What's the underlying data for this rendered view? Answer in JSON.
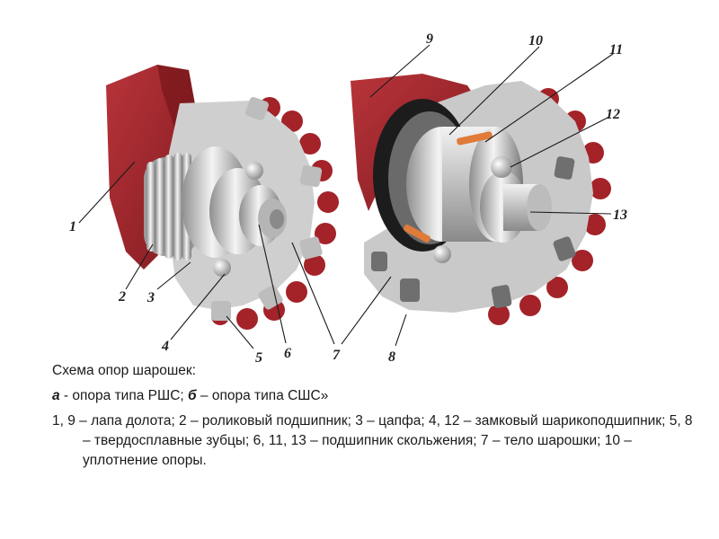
{
  "callouts": {
    "l1": "1",
    "l2": "2",
    "l3": "3",
    "l4": "4",
    "l5": "5",
    "l6": "6",
    "l7": "7",
    "l8": "8",
    "l9": "9",
    "l10": "10",
    "l11": "11",
    "l12": "12",
    "l13": "13"
  },
  "caption": {
    "title": "Схема опор шарошек:",
    "sub_a_letter": "а",
    "sub_a_text": " - опора типа РШС; ",
    "sub_b_letter": "б",
    "sub_b_text": " – опора типа СШС»",
    "legend": "1, 9 – лапа долота; 2 – роликовый подшипник; 3 – цапфа; 4, 12 – замковый шарикоподшипник; 5, 8 – твердосплавные зубцы; 6, 11, 13 – подшипник скольжения; 7 – тело шарошки; 10 – уплотнение опоры."
  },
  "colors": {
    "leg_red": "#a8262b",
    "leg_red_dark": "#6e1216",
    "cone_gray": "#c9c9c9",
    "steel": "#d8d8d8",
    "seal_black": "#1c1c1c",
    "bearing_orange": "#e07b39"
  }
}
